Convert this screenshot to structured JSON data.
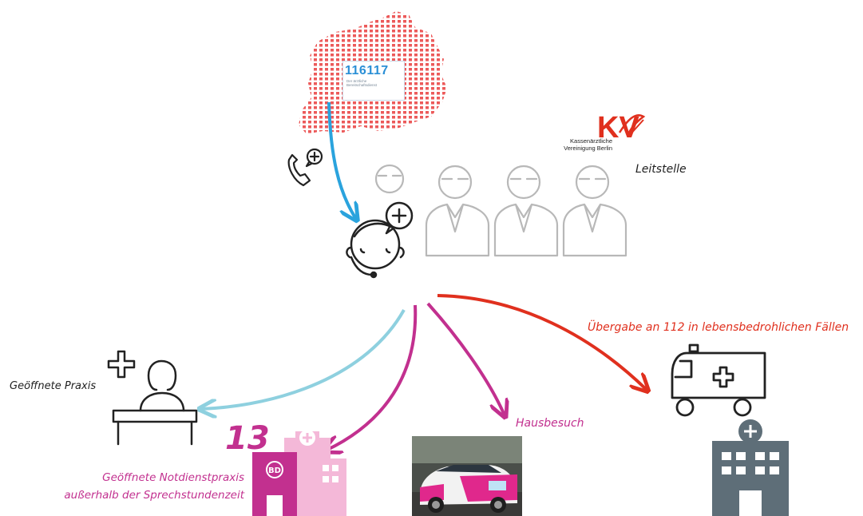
{
  "hotline": {
    "number": "116117",
    "subtitle": "Der ärztliche Bereitschaftsdienst"
  },
  "kv_logo": {
    "mark": "KV",
    "name_line1": "Kassenärztliche",
    "name_line2": "Vereinigung Berlin"
  },
  "labels": {
    "leitstelle": "Leitstelle",
    "praxis": "Geöffnete Praxis",
    "hausbesuch": "Hausbesuch",
    "uebergabe": "Übergabe an 112 in lebensbedrohlichen Fällen",
    "notdienst_line1": "Geöffnete Notdienstpraxis",
    "notdienst_line2": "außerhalb der Sprechstundenzeit",
    "count": "13",
    "bd_badge": "BD"
  },
  "colors": {
    "map_dots": "#ec5a5a",
    "call_arrow": "#2aa3dd",
    "praxis_arrow": "#8ed0df",
    "magenta": "#c2308f",
    "emergency_red": "#e0301e",
    "grey_staff": "#b8b8b8",
    "hospital": "#5e6e78"
  }
}
